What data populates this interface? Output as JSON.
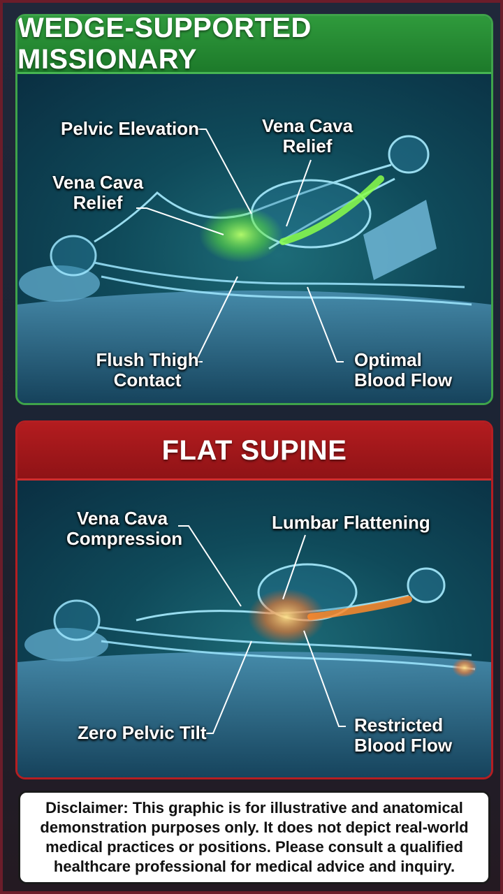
{
  "top_panel": {
    "title": "WEDGE-SUPPORTED MISSIONARY",
    "labels": {
      "pelvic_elevation": "Pelvic Elevation",
      "vena_cava_relief_right_1": "Vena Cava",
      "vena_cava_relief_right_2": "Relief",
      "vena_cava_relief_left_1": "Vena Cava",
      "vena_cava_relief_left_2": "Relief",
      "flush_thigh_1": "Flush Thigh",
      "flush_thigh_2": "Contact",
      "blood_flow_1": "Optimal",
      "blood_flow_2": "Blood Flow"
    },
    "highlight_color": "#7cff4a"
  },
  "bottom_panel": {
    "title": "FLAT SUPINE",
    "labels": {
      "compression_1": "Vena Cava",
      "compression_2": "Compression",
      "lumbar": "Lumbar Flattening",
      "pelvic_tilt": "Zero Pelvic Tilt",
      "restricted_1": "Restricted",
      "restricted_2": "Blood Flow"
    },
    "highlight_color": "#ff8a2a"
  },
  "disclaimer": "Disclaimer: This graphic is for illustrative and anatomical demonstration purposes only. It does not depict real-world medical practices or positions. Please consult a qualified healthcare professional for medical advice and inquiry."
}
